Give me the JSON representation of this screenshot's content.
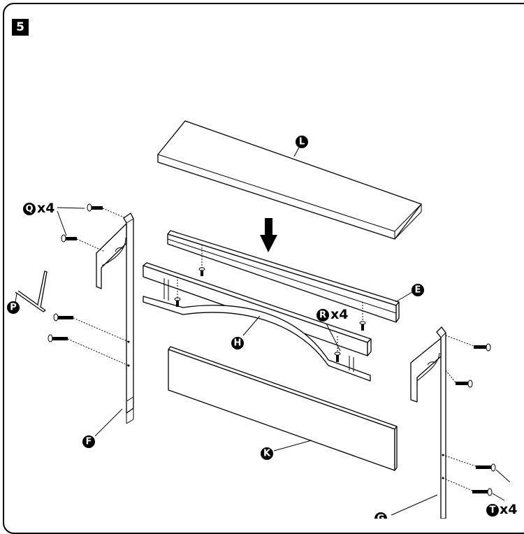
{
  "step": {
    "number": "5"
  },
  "parts": {
    "L": "L",
    "E": "E",
    "H": "H",
    "K": "K",
    "F": "F",
    "G": "G",
    "P": "P",
    "Q": "Q",
    "R": "R",
    "T": "T"
  },
  "quantities": {
    "Q": "x4",
    "R": "x4",
    "T": "x4"
  }
}
